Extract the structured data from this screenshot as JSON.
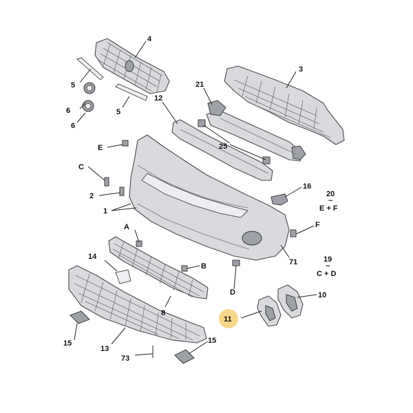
{
  "callouts": {
    "c1": "1",
    "c2": "2",
    "c3": "3",
    "c4": "4",
    "c5a": "5",
    "c5b": "5",
    "c6a": "6",
    "c6b": "6",
    "c8": "8",
    "c10": "10",
    "c11": "11",
    "c12": "12",
    "c13": "13",
    "c14": "14",
    "c15a": "15",
    "c15b": "15",
    "c16": "16",
    "c21": "21",
    "c25": "25",
    "c71": "71",
    "c73": "73",
    "cA": "A",
    "cB": "B",
    "cC": "C",
    "cD": "D",
    "cE": "E",
    "cF": "F"
  },
  "groups": {
    "g20_number": "20",
    "g20_tilde": "~",
    "g20_members": "E + F",
    "g19_number": "19",
    "g19_tilde": "~",
    "g19_members": "C + D"
  },
  "colors": {
    "highlight": "#f7d58a",
    "part_fill": "#d9dade",
    "outline": "#4a4a4a"
  }
}
